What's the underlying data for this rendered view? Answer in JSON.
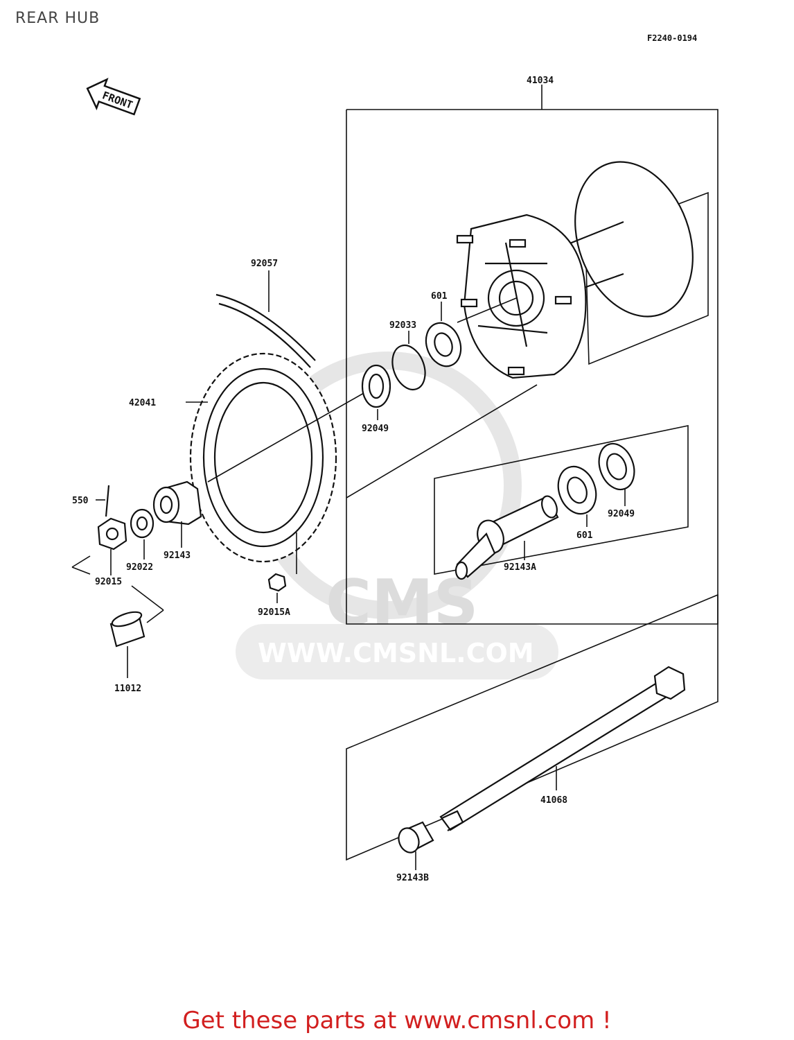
{
  "header": {
    "title": "REAR HUB",
    "diagram_code": "F2240-0194"
  },
  "front_arrow": {
    "label": "FRONT"
  },
  "watermark": {
    "logo_text": "CMS",
    "url_text": "WWW.CMSNL.COM"
  },
  "parts": {
    "hub_assembly": "41034",
    "drive_chain": "92057",
    "sprocket": "42041",
    "bearing_upper": "601",
    "circlip": "92033",
    "oil_seal_upper": "92049",
    "cotter_pin": "550",
    "washer": "92022",
    "collar": "92143",
    "castle_nut": "92015",
    "sprocket_nut": "92015A",
    "cap": "11012",
    "bearing_lower": "601",
    "oil_seal_lower": "92049",
    "collar_spacer": "92143A",
    "axle": "41068",
    "collar_b": "92143B"
  },
  "footer": {
    "link_text": "Get these parts at www.cmsnl.com !"
  }
}
